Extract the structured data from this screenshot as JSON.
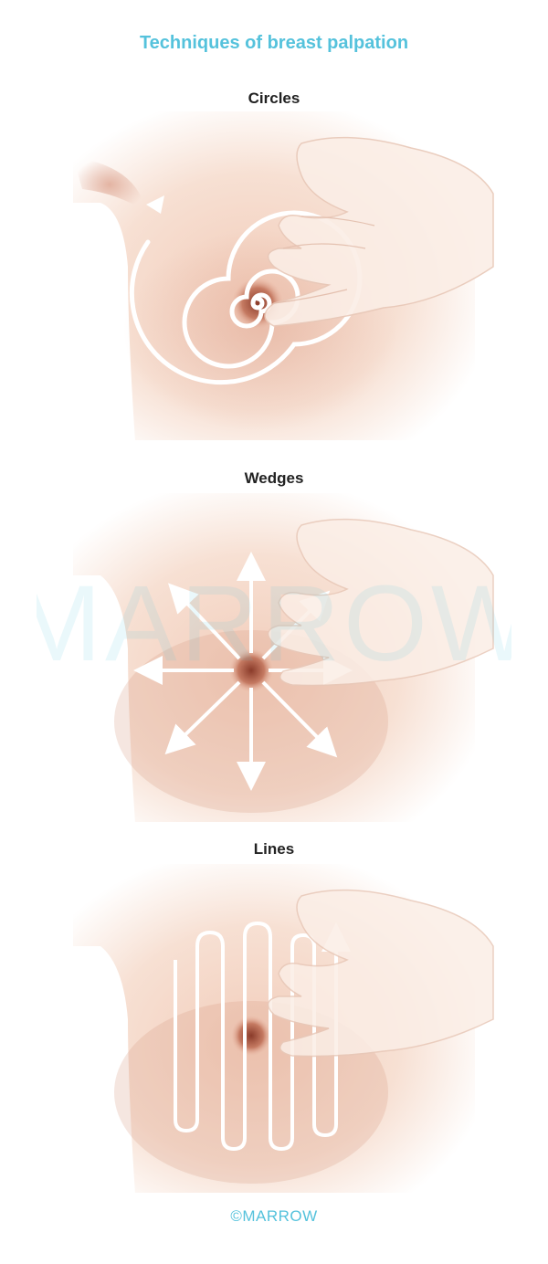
{
  "title": "Techniques of breast palpation",
  "panels": [
    {
      "label": "Circles"
    },
    {
      "label": "Wedges"
    },
    {
      "label": "Lines"
    }
  ],
  "watermark": "MARROW",
  "footer": "©MARROW",
  "colors": {
    "title": "#55c2dc",
    "skin_light": "#f6dccd",
    "skin_mid": "#e9b7a0",
    "skin_dark": "#b86a55",
    "arrow": "#ffffff"
  }
}
